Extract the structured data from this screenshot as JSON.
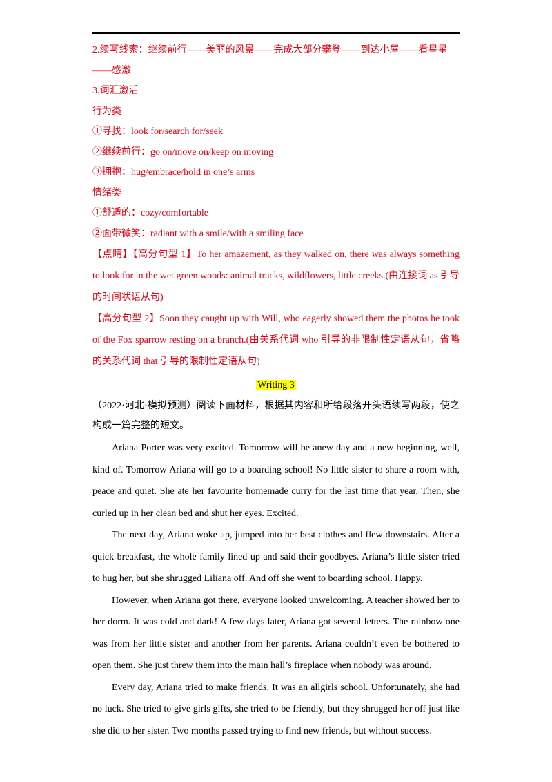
{
  "header_rule": true,
  "clue_line1": "2.续写线索：继续前行——美丽的风景——完成大部分攀登——到达小屋——看星星",
  "clue_line2": "——感激",
  "vocab_heading": "3.词汇激活",
  "category_action": "行为类",
  "action_items": [
    "①寻找：look for/search for/seek",
    "②继续前行：go on/move on/keep on moving",
    "③拥抱：hug/embrace/hold in one’s arms"
  ],
  "category_emotion": "情绪类",
  "emotion_items": [
    "①舒适的：cozy/comfortable",
    "②面带微笑：radiant with a smile/with a smiling face"
  ],
  "highlight1": "【点睛】【高分句型 1】To her amazement, as they walked on, there was always something to look for in the wet green woods: animal tracks, wildflowers, little creeks.(由连接词 as 引导的时间状语从句)",
  "highlight2": "【高分句型 2】Soon they caught up with Will, who eagerly showed them the photos he took of the Fox sparrow resting on a branch.(由关系代词 who 引导的非限制性定语从句，省略的关系代词 that 引导的限制性定语从句)",
  "writing_title": "Writing  3",
  "instruction": "（2022·河北·模拟预测）阅读下面材料，根据其内容和所给段落开头语续写两段，使之构成一篇完整的短文。",
  "paragraphs": [
    "Ariana Porter was very excited. Tomorrow will be anew day and a new beginning, well, kind of. Tomorrow Ariana will go to a boarding school! No little sister to share a room with, peace and quiet. She ate her favourite homemade curry for the last time that year. Then, she curled up in her clean bed and shut her eyes. Excited.",
    "The next day, Ariana woke up, jumped into her best clothes and flew downstairs. After a quick breakfast, the whole family lined up and said their goodbyes. Ariana’s little sister tried to hug her, but she shrugged Liliana off. And off she went to boarding school. Happy.",
    "However, when Ariana got there, everyone looked unwelcoming. A teacher showed her to her dorm. It was cold and dark! A few days later, Ariana got several letters. The rainbow one was from her little sister and another from her parents. Ariana couldn’t even be bothered to open them. She just threw them into the main hall’s fireplace when nobody was around.",
    "Every day, Ariana tried to make friends. It was an allgirls school. Unfortunately, she had no luck. She tried to give girls gifts, she tried to be friendly, but they shrugged her off just like she did to her sister. Two months passed trying to find new friends, but without success."
  ],
  "colors": {
    "red": "#e60012",
    "highlight": "#ffff00",
    "text": "#000000"
  }
}
